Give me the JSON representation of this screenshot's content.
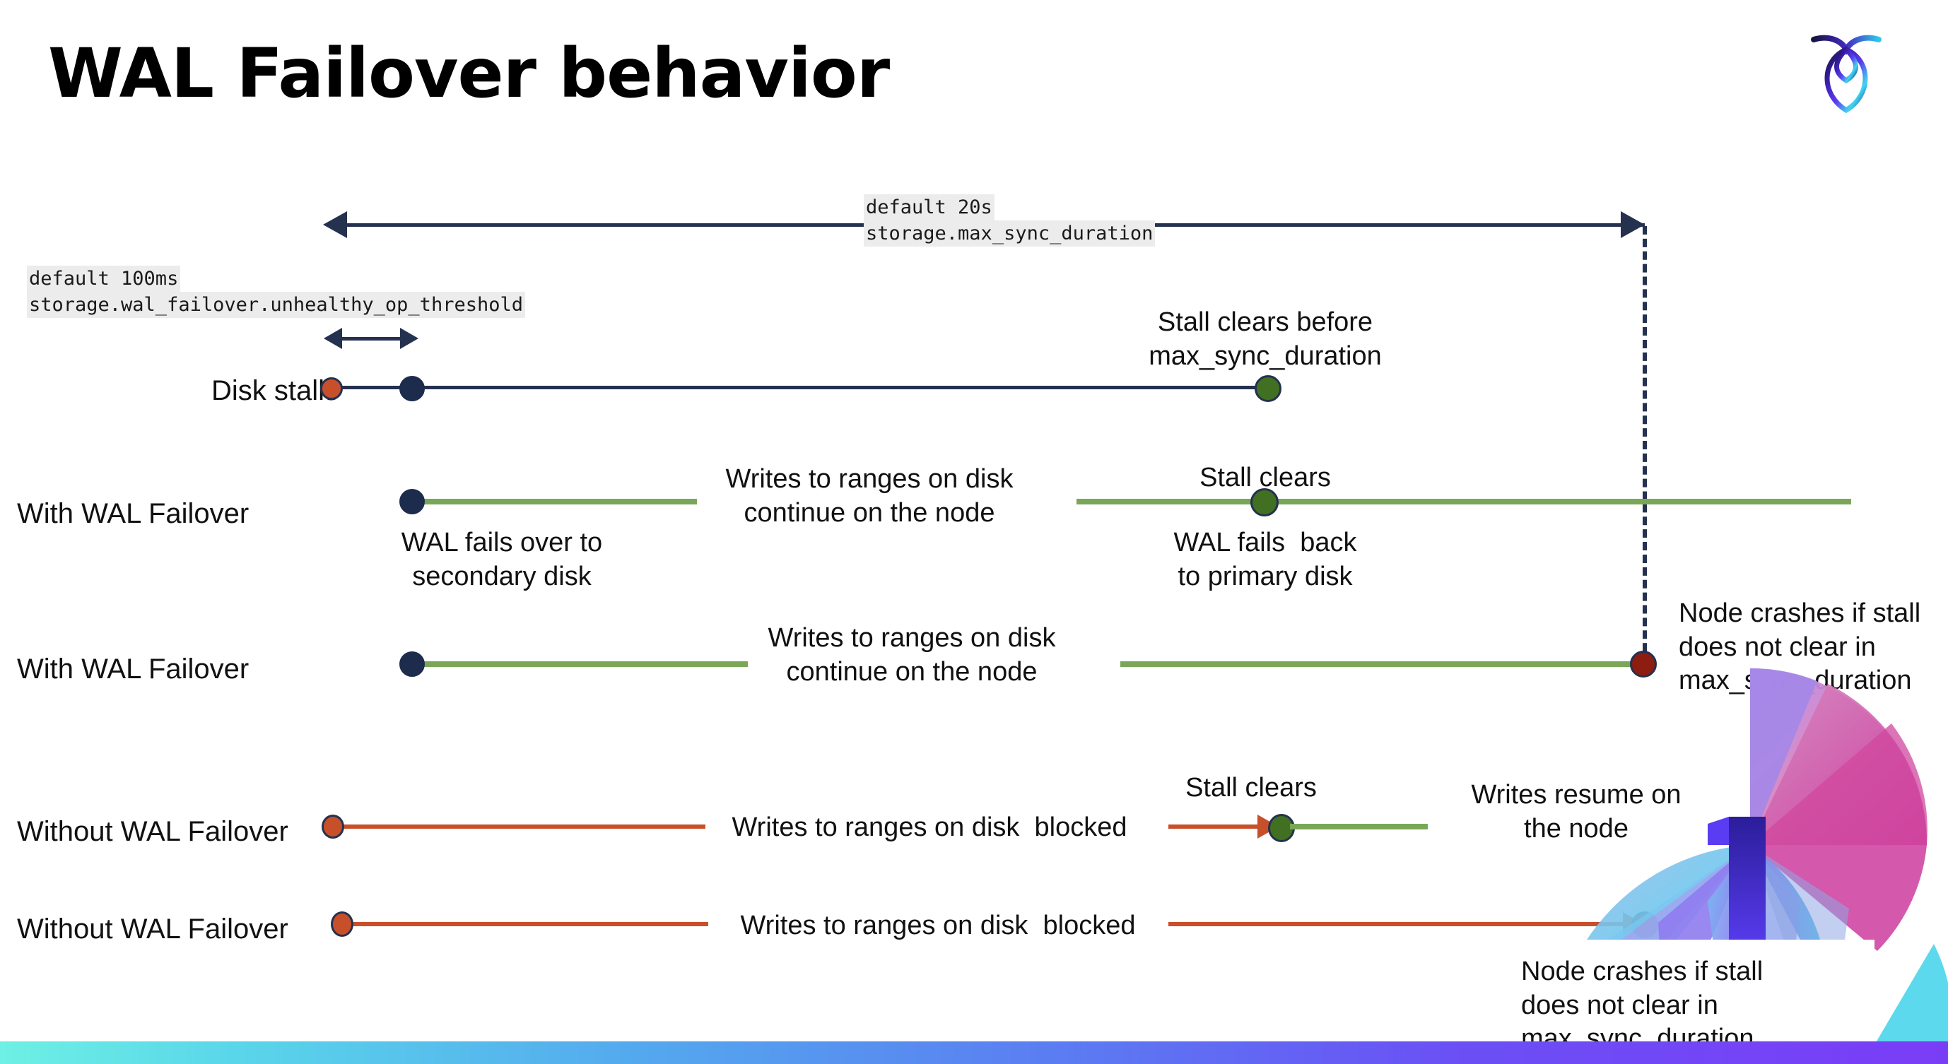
{
  "slide": {
    "title": "WAL Failover behavior",
    "logo_name": "cockroachdb-logo"
  },
  "callouts": {
    "max_sync_duration": {
      "line1": "default 20s",
      "line2": "storage.max_sync_duration"
    },
    "unhealthy_op_threshold": {
      "line1": "default 100ms",
      "line2": "storage.wal_failover.unhealthy_op_threshold"
    }
  },
  "rows": [
    {
      "id": "disk-stalls",
      "label": "Disk stalls",
      "annotations": [
        "Stall clears before\nmax_sync_duration"
      ]
    },
    {
      "id": "with-wal-failover-clears",
      "label": "With WAL Failover",
      "annotations": [
        "WAL fails over to\nsecondary disk",
        "Writes to ranges on disk\ncontinue on the node",
        "Stall clears",
        "WAL fails  back\nto primary disk"
      ]
    },
    {
      "id": "with-wal-failover-crash",
      "label": "With WAL Failover",
      "annotations": [
        "Writes to ranges on disk\ncontinue on the node",
        "Node crashes if stall\ndoes not clear in\nmax_sync_duration"
      ]
    },
    {
      "id": "without-wal-failover-clears",
      "label": "Without WAL Failover",
      "annotations": [
        "Writes to ranges on disk  blocked",
        "Stall clears",
        "Writes resume on\nthe node"
      ]
    },
    {
      "id": "without-wal-failover-crash",
      "label": "Without WAL Failover",
      "annotations": [
        "Writes to ranges on disk  blocked",
        "Node crashes if stall\ndoes not clear in\nmax_sync_duration"
      ]
    }
  ],
  "text": {
    "disk_stalls": "Disk stalls",
    "with_wal_failover": "With WAL Failover",
    "without_wal_failover": "Without WAL Failover",
    "stall_clears_before": "Stall clears before\nmax_sync_duration",
    "stall_clears": "Stall clears",
    "wal_fails_over": "WAL fails over to\nsecondary disk",
    "wal_fails_back": "WAL fails  back\nto primary disk",
    "writes_continue": "Writes to ranges on disk\ncontinue on the node",
    "writes_blocked": "Writes to ranges on disk  blocked",
    "writes_resume": "Writes resume on\nthe node",
    "node_crashes": "Node crashes if stall\ndoes not clear in\nmax_sync_duration"
  },
  "colors": {
    "navy": "#24314f",
    "green": "#7aa757",
    "green_dot": "#417023",
    "orange": "#c7502b",
    "dark_red": "#8d1c11",
    "code_highlight": "#ececec",
    "bar_cyan": "#6ef0e4",
    "bar_purple": "#7a3df6"
  }
}
